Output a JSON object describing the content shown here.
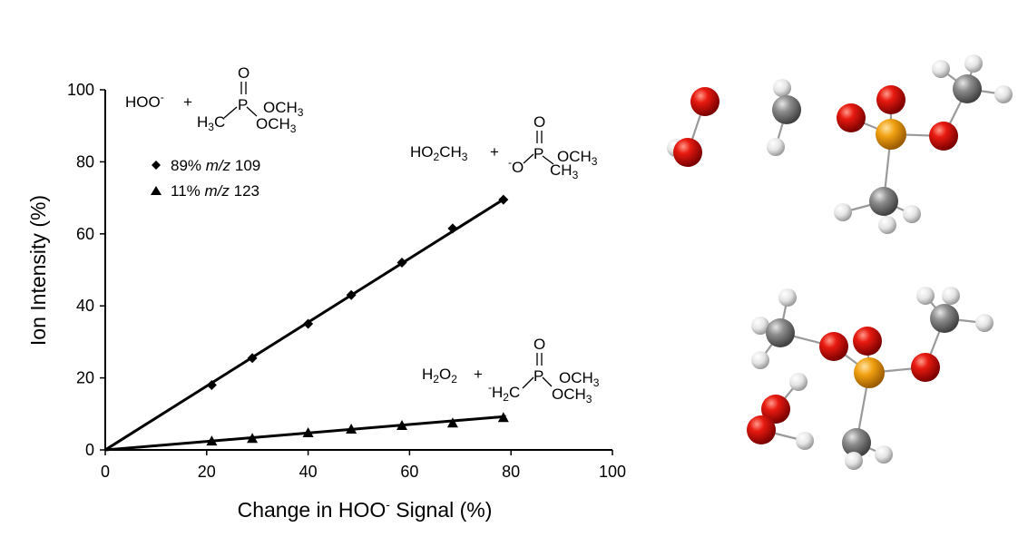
{
  "chart_data": {
    "type": "scatter",
    "xlabel": "Change in HOO",
    "xlabel_superscript": "-",
    "xlabel_tail": " Signal (%)",
    "ylabel": "Ion Intensity (%)",
    "xlim": [
      0,
      100
    ],
    "ylim": [
      0,
      100
    ],
    "xticks": [
      "0",
      "20",
      "40",
      "60",
      "80",
      "100"
    ],
    "yticks": [
      "0",
      "20",
      "40",
      "60",
      "80",
      "100"
    ],
    "grid": false,
    "legend_position": "top-left",
    "series": [
      {
        "name": "89% m/z 109",
        "marker": "diamond",
        "x": [
          21,
          29,
          40,
          48.5,
          58.5,
          68.5,
          78.5
        ],
        "y": [
          18,
          25.5,
          35,
          43,
          52,
          61.5,
          69.5
        ]
      },
      {
        "name": "11% m/z 123",
        "marker": "triangle",
        "x": [
          21,
          29,
          40,
          48.5,
          58.5,
          68.5,
          78.5
        ],
        "y": [
          2.5,
          3.2,
          4.8,
          5.8,
          6.8,
          7.5,
          9.0
        ]
      }
    ],
    "fit_lines": [
      {
        "x": [
          0,
          79
        ],
        "y": [
          0,
          70
        ]
      },
      {
        "x": [
          0,
          79
        ],
        "y": [
          0,
          9.3
        ]
      }
    ]
  },
  "legend": {
    "items": [
      {
        "pct": "89% ",
        "mz": "m/z",
        "val": " 109"
      },
      {
        "pct": "11% ",
        "mz": "m/z",
        "val": " 123"
      }
    ]
  },
  "chem": {
    "reactant": {
      "hoo": "HOO",
      "minus": "-",
      "plus": "+",
      "o": "O",
      "p": "P",
      "och3_a": "OCH",
      "och3_b": "OCH",
      "three": "3",
      "h": "H",
      "c": "C"
    },
    "product1": {
      "ho2ch3_a": "HO",
      "two": "2",
      "ch": "CH",
      "three": "3",
      "plus": "+",
      "o": "O",
      "p": "P",
      "och3": "OCH",
      "minus": "-",
      "o_left": "O",
      "ch3": "CH"
    },
    "product2": {
      "h": "H",
      "two": "2",
      "o": "O",
      "plus": "+",
      "p": "P",
      "och3_a": "OCH",
      "och3_b": "OCH",
      "three": "3",
      "minus": "-",
      "h2c_h": "H",
      "h2c_c": "C"
    }
  },
  "colors": {
    "oxygen": "#e01010",
    "phosphorus": "#f0a010",
    "carbon": "#8a8a8a",
    "hydrogen": "#e8e8e8",
    "bond": "#9a9a9a"
  }
}
